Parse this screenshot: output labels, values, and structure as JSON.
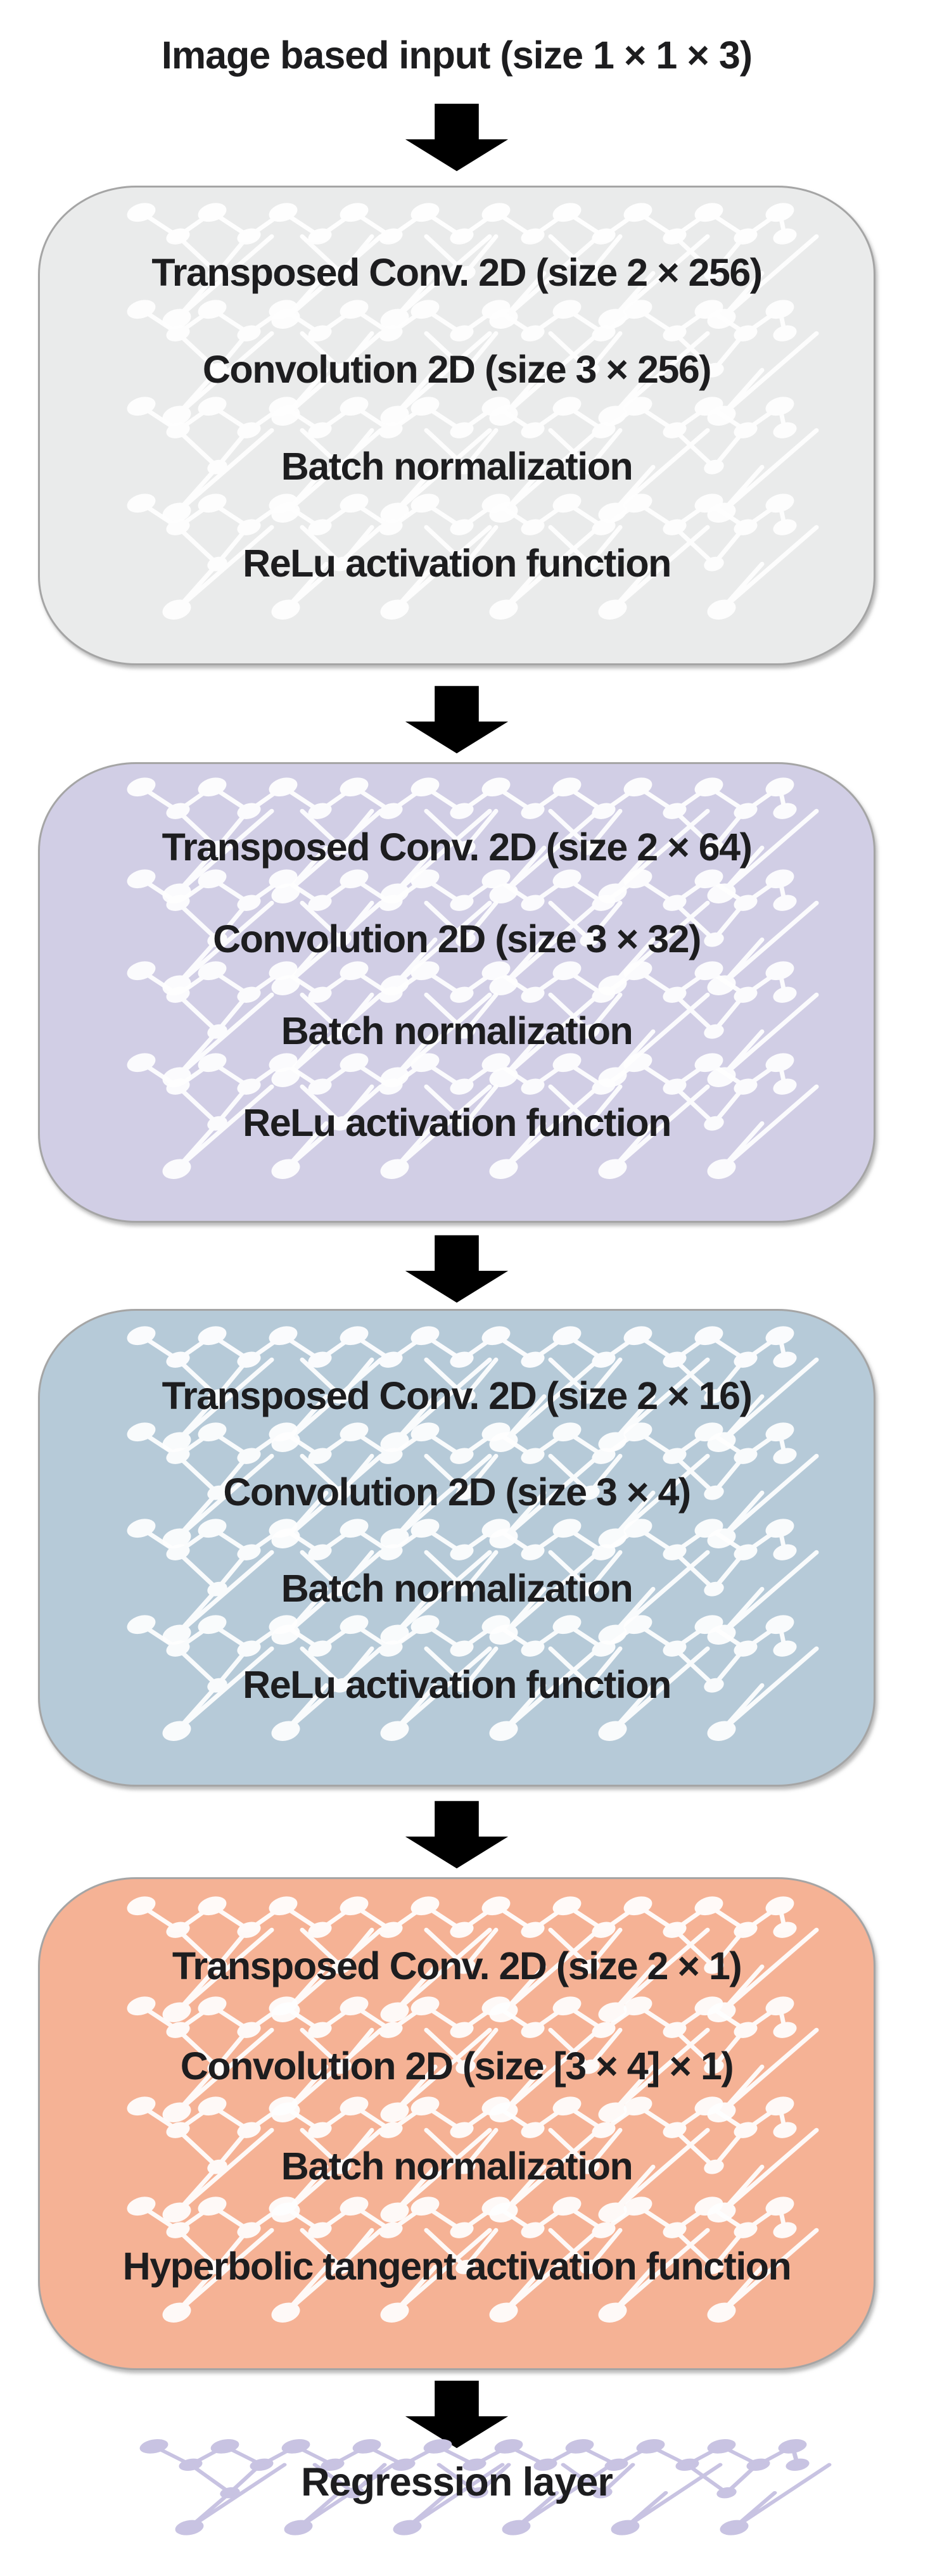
{
  "title": "Image based input (size 1 × 1 × 3)",
  "blocks": [
    {
      "fill": "#eaebeb",
      "lines": [
        "Transposed Conv. 2D (size 2 × 256)",
        "Convolution 2D (size 3 × 256)",
        "Batch normalization",
        "ReLu activation function"
      ]
    },
    {
      "fill": "#d1cee5",
      "lines": [
        "Transposed Conv. 2D (size 2 × 64)",
        "Convolution 2D (size 3 × 32)",
        "Batch normalization",
        "ReLu activation function"
      ]
    },
    {
      "fill": "#b6cad8",
      "lines": [
        "Transposed Conv. 2D (size 2 × 16)",
        "Convolution 2D (size 3 × 4)",
        "Batch normalization",
        "ReLu activation function"
      ]
    },
    {
      "fill": "#f5b295",
      "lines": [
        "Transposed Conv. 2D (size 2 × 1)",
        "Convolution 2D (size [3 × 4] × 1)",
        "Batch normalization",
        "Hyperbolic tangent activation function"
      ]
    }
  ],
  "output_label": "Regression layer",
  "colors": {
    "text": "#1d1d1f",
    "box_border": "#a5a5a5",
    "doodle_white": "#ffffff",
    "doodle_purple": "#c8c3e2",
    "arrow_fill": "#ffffff",
    "arrow_stroke": "#3b3b3b"
  }
}
